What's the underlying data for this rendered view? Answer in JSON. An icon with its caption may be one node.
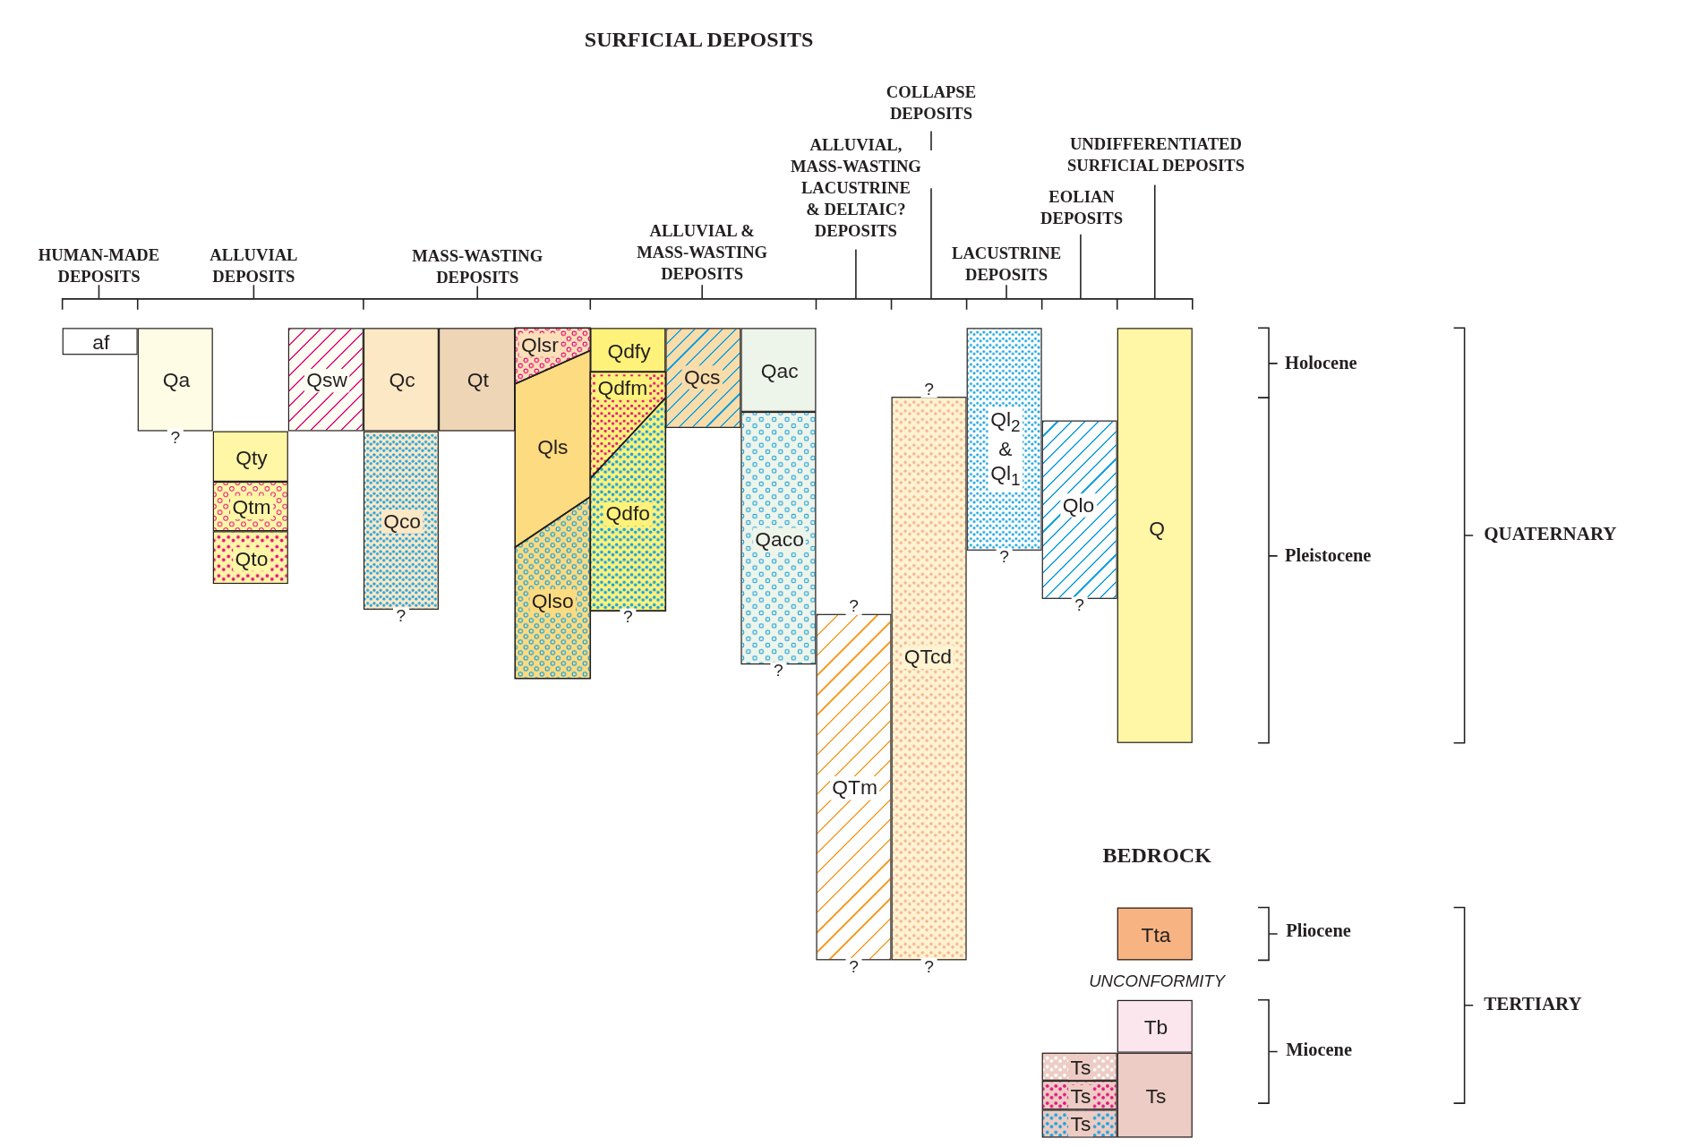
{
  "diagram": {
    "title": "SURFICIAL DEPOSITS",
    "nodes": [
      {
        "text": [
          "af"
        ]
      },
      {
        "text": [
          "Qa"
        ],
        "beside": [
          "?"
        ]
      },
      {
        "text": [
          "Qty"
        ]
      },
      {
        "text": [
          "Qtm"
        ]
      },
      {
        "text": [
          "Qto"
        ]
      },
      {
        "text": [
          "Qsw"
        ]
      },
      {
        "text": [
          "Qc"
        ]
      },
      {
        "text": [
          "Qt"
        ]
      },
      {
        "text": [
          "Qco"
        ],
        "beside": [
          "?"
        ]
      },
      {
        "text": [
          "Qlsr"
        ]
      },
      {
        "text": [
          "Qls"
        ]
      },
      {
        "text": [
          "Qlso"
        ]
      },
      {
        "text": [
          "Qdfy"
        ]
      },
      {
        "text": [
          "Qdfm"
        ]
      },
      {
        "text": [
          "Qdfo"
        ],
        "beside": [
          "?"
        ]
      },
      {
        "text": [
          "Qcs"
        ]
      },
      {
        "text": [
          "Qac"
        ]
      },
      {
        "text": [
          "Qaco"
        ],
        "beside": [
          "?"
        ]
      },
      {
        "text": [
          "QTm"
        ],
        "beside": [
          "?",
          "?"
        ]
      },
      {
        "text": [
          "QTcd"
        ],
        "beside": [
          "?",
          "?"
        ]
      },
      {
        "text": [
          "Ql$_{2}$ & Ql$_{1}$"
        ],
        "beside": [
          "?"
        ]
      },
      {
        "text": [
          "Qlo"
        ],
        "beside": [
          "?"
        ]
      },
      {
        "text": [
          "Q"
        ]
      },
      {
        "text": [
          "Tta"
        ]
      },
      {
        "text": [
          "Tb"
        ]
      },
      {
        "text": [
          "Ts"
        ]
      },
      {
        "text": [
          "Ts"
        ]
      },
      {
        "text": [
          "Ts"
        ]
      },
      {
        "text": [
          "Ts"
        ]
      }
    ],
    "labels": [
      "COLLAPSE DEPOSITS",
      "UNDIFFERENTIATED SURFICIAL DEPOSITS",
      "ALLUVIAL, MASS-WASTING LACUSTRINE & DELTAIC? DEPOSITS",
      "EOLIAN DEPOSITS",
      "ALLUVIAL & MASS-WASTING DEPOSITS",
      "HUMAN-MADE DEPOSITS",
      "ALLUVIAL DEPOSITS",
      "MASS-WASTING DEPOSITS",
      "LACUSTRINE DEPOSITS",
      "Holocene",
      "QUATERNARY",
      "Pleistocene",
      "BEDROCK",
      "Pliocene",
      "UNCONFORMITY",
      "TERTIARY",
      "Miocene"
    ]
  }
}
